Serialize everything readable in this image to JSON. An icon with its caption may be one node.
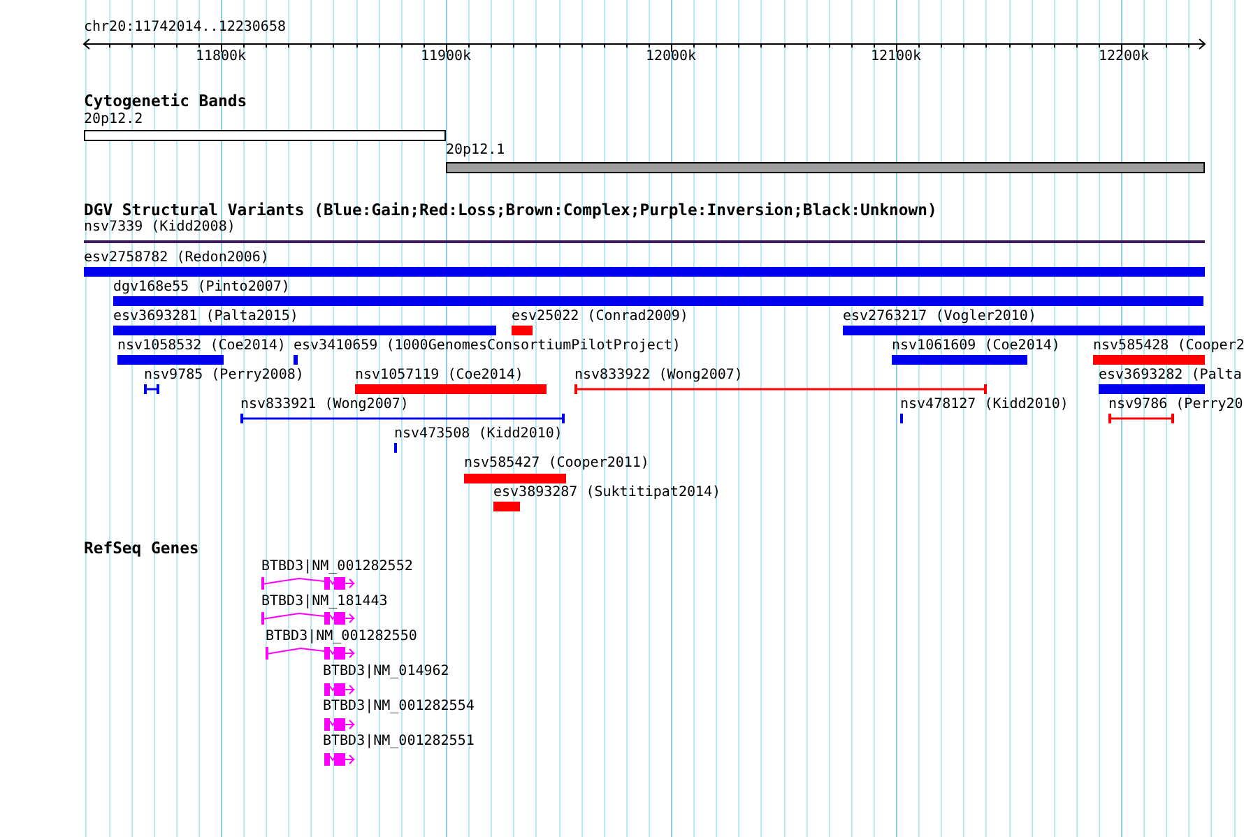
{
  "diagram": {
    "nodes": [
      {
        "text": [
          "20p12.2"
        ]
      },
      {
        "text": [
          "20p12.1"
        ]
      },
      {
        "text": [
          "nsv7339 (Kidd2008)"
        ]
      },
      {
        "text": [
          "esv2758782 (Redon2006)"
        ]
      },
      {
        "text": [
          "dgv168e55 (Pinto2007)"
        ]
      },
      {
        "text": [
          "esv3693281 (Palta2015)"
        ]
      },
      {
        "text": [
          "esv25022 (Conrad2009)"
        ]
      },
      {
        "text": [
          "esv2763217 (Vogler2010)"
        ]
      },
      {
        "text": [
          "nsv1058532 (Coe2014)"
        ]
      },
      {
        "text": [
          "esv3410659 (1000GenomesConsortiumPilotProject)"
        ]
      },
      {
        "text": [
          "nsv1061609 (Coe2014)"
        ]
      },
      {
        "text": [
          "nsv585428 (Cooper2"
        ]
      },
      {
        "text": [
          "nsv9785 (Perry2008)"
        ]
      },
      {
        "text": [
          "nsv1057119 (Coe2014)"
        ]
      },
      {
        "text": [
          "nsv833922 (Wong2007)"
        ]
      },
      {
        "text": [
          "esv3693282 (Palta"
        ]
      },
      {
        "text": [
          "nsv833921 (Wong2007)"
        ]
      },
      {
        "text": [
          "nsv478127 (Kidd2010)"
        ]
      },
      {
        "text": [
          "nsv9786 (Perry20"
        ]
      },
      {
        "text": [
          "nsv473508 (Kidd2010)"
        ]
      },
      {
        "text": [
          "nsv585427 (Cooper2011)"
        ]
      },
      {
        "text": [
          "esv3893287 (Suktitipat2014)"
        ]
      },
      {
        "text": [
          "BTBD3|NM_001282552"
        ]
      },
      {
        "text": [
          "BTBD3|NM_181443"
        ]
      },
      {
        "text": [
          "BTBD3|NM_001282550"
        ]
      },
      {
        "text": [
          "BTBD3|NM_014962"
        ]
      },
      {
        "text": [
          "BTBD3|NM_001282554"
        ]
      },
      {
        "text": [
          "BTBD3|NM_001282551"
        ]
      }
    ],
    "labels": [
      "chr20:11742014..12230658",
      "11800k",
      "11900k",
      "12000k",
      "12100k",
      "12200k",
      "Cytogenetic Bands",
      "DGV Structural Variants (Blue:Gain;Red:Loss;Brown:Complex;Purple:Inversion;Black:Unknown)",
      "RefSeq Genes"
    ]
  }
}
